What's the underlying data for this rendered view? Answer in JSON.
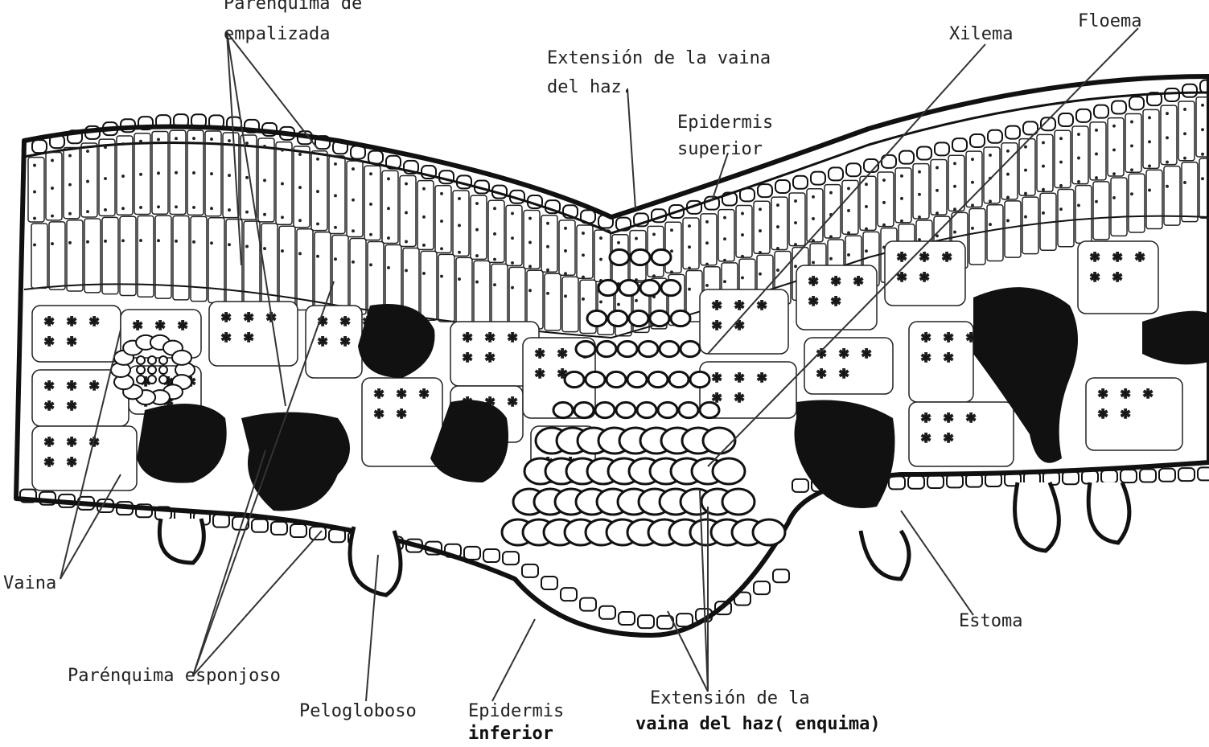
{
  "labels": {
    "parenquima_empalizada_1": "Parénquima de",
    "parenquima_empalizada_2": "empalizada",
    "extension_vaina_top_1": "Extensión de la vaina",
    "extension_vaina_top_2": "del haz.",
    "epidermis_superior_1": "Epidermis",
    "epidermis_superior_2": "superior",
    "xilema": "Xilema",
    "floema": "Floema",
    "vaina": "Vaina",
    "parenquima_esponjoso": "Parénquima esponjoso",
    "pelogloboso": "Pelogloboso",
    "epidermis_inferior_1": "Epidermis",
    "epidermis_inferior_2": "inferior",
    "extension_vaina_bottom_1": "Extensión de la",
    "extension_vaina_bottom_2": "vaina del haz(  enquima)",
    "estoma": "Estoma"
  },
  "colors": {
    "ink": "#111111",
    "paper": "#ffffff",
    "leader": "#333333"
  }
}
